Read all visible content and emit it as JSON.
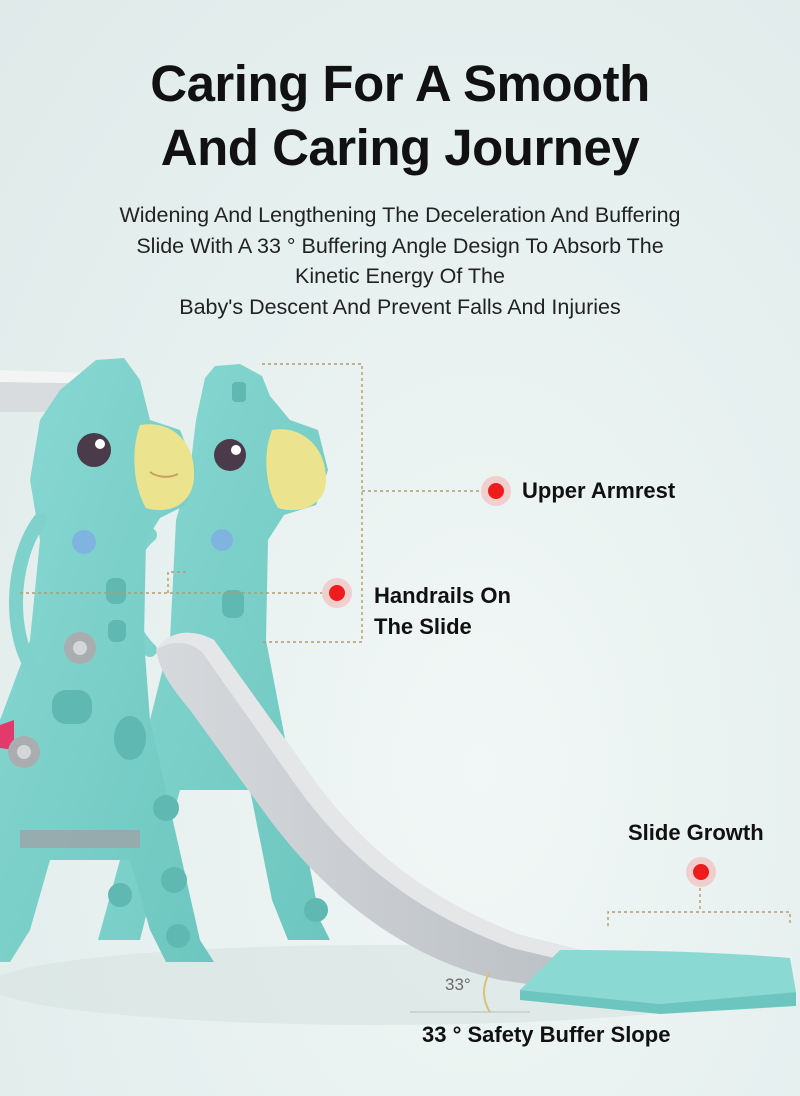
{
  "headline": {
    "line1": "Caring For A Smooth",
    "line2": "And Caring Journey"
  },
  "description": {
    "line1": "Widening And Lengthening The Deceleration And Buffering",
    "line2": "Slide With A 33 ° Buffering Angle Design To Absorb The",
    "line3": "Kinetic Energy Of The",
    "line4": "Baby's Descent And Prevent Falls And Injuries"
  },
  "callouts": {
    "upper_armrest": "Upper Armrest",
    "handrails_line1": "Handrails On",
    "handrails_line2": "The Slide",
    "slide_growth": "Slide Growth",
    "safety_slope": "33 ° Safety Buffer Slope"
  },
  "angle_label": "33°",
  "colors": {
    "frame_teal": "#7fd2cc",
    "slide_gray": "#c9cdd1",
    "marker_red": "#ee1c1c",
    "leader_line": "#b79a6a",
    "background": "#e9f2f1"
  }
}
